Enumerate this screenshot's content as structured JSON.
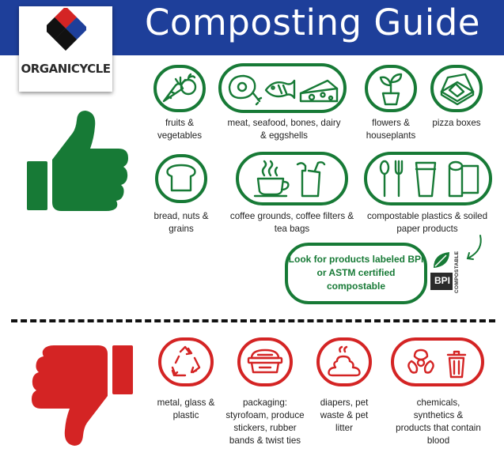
{
  "title": "Composting Guide",
  "brand": {
    "name": "ORGANICYCLE"
  },
  "colors": {
    "header_blue": "#1e3f9a",
    "accept_green": "#177a36",
    "reject_red": "#d42424"
  },
  "accepted": [
    {
      "label": "fruits & vegetables",
      "icon": "fruit-vegetable-icon"
    },
    {
      "label": "meat, seafood, bones, dairy & eggshells",
      "icon": "meat-fish-cheese-icon"
    },
    {
      "label": "flowers & houseplants",
      "icon": "plant-icon"
    },
    {
      "label": "pizza boxes",
      "icon": "pizza-box-icon"
    },
    {
      "label": "bread, nuts & grains",
      "icon": "bread-icon"
    },
    {
      "label": "coffee grounds, coffee filters & tea bags",
      "icon": "coffee-tea-icon"
    },
    {
      "label": "compostable plastics & soiled paper products",
      "icon": "utensils-cup-towel-icon"
    }
  ],
  "note": "Look for products labeled BPI or ASTM certified compostable",
  "bpi": {
    "mark": "BPI",
    "word": "COMPOSTABLE"
  },
  "rejected": [
    {
      "label": "metal, glass & plastic",
      "icon": "recycle-icon"
    },
    {
      "label": "packaging: styrofoam, produce stickers, rubber bands & twist ties",
      "icon": "takeout-container-icon"
    },
    {
      "label": "diapers, pet waste & pet litter",
      "icon": "waste-icon"
    },
    {
      "label": "chemicals, synthetics & products that contain blood",
      "icon": "biohazard-trash-icon"
    }
  ]
}
